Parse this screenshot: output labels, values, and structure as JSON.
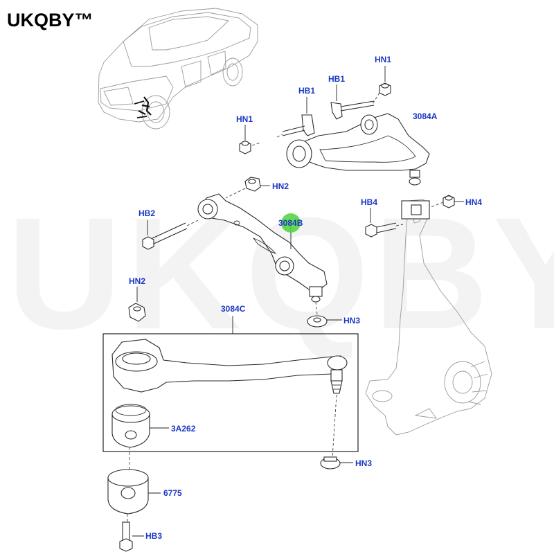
{
  "brand": {
    "text": "UKQBY™"
  },
  "watermark": {
    "text": "UKQBY™"
  },
  "labels": {
    "hn1_top": "HN1",
    "hb1_right": "HB1",
    "hb1_left": "HB1",
    "hn1_left": "HN1",
    "arm_3084a": "3084A",
    "hn2_upper": "HN2",
    "hb2": "HB2",
    "arm_3084b": "3084B",
    "hb4": "HB4",
    "hn4": "HN4",
    "hn2_lower": "HN2",
    "arm_3084c": "3084C",
    "hn3_upper": "HN3",
    "bushing_3a262": "3A262",
    "hn3_lower": "HN3",
    "bushing_6775": "6775",
    "hb3": "HB3"
  },
  "colors": {
    "label": "#1a36c4",
    "highlight": "#4cd23c",
    "line": "#2a2a2a"
  },
  "icons": [
    "vehicle-illustration",
    "hub-knuckle-illustration"
  ]
}
